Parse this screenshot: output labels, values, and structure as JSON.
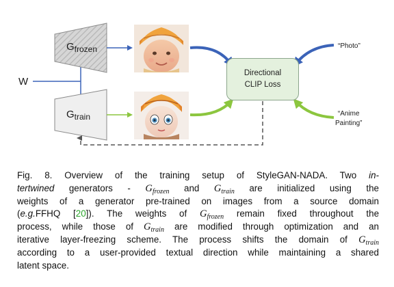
{
  "figure": {
    "w_label": "W",
    "gen_frozen": {
      "base": "G",
      "sub": "frozen"
    },
    "gen_train": {
      "base": "G",
      "sub": "train"
    },
    "clip_box": {
      "line1": "Directional",
      "line2": "CLIP Loss"
    },
    "prompt_photo": "“Photo”",
    "prompt_anime": "“Anime\nPainting”",
    "colors": {
      "frozen_arrow": "#3b63b8",
      "train_arrow": "#8cc63f",
      "clip_fill": "#e4f1de",
      "dashed": "#555555"
    },
    "images": [
      "photo-face-image",
      "anime-face-image"
    ]
  },
  "caption": {
    "l1a": "Fig. 8.  Overview of the training setup of StyleGAN-NADA. Two ",
    "l1b": "in-",
    "l2a": "tertwined",
    "l2b": " generators - ",
    "l2c": " and ",
    "l2d": " are initialized using the",
    "l3": "weights of a generator pre-trained on images from a source domain",
    "l4a": "(",
    "l4b": "e.g.",
    "l4c": "FFHQ [",
    "l4d": "20",
    "l4e": "]). The weights of ",
    "l4f": " remain fixed throughout the",
    "l5a": "process, while those of ",
    "l5b": " are modified through optimization and an",
    "l6": "iterative layer-freezing scheme. The process shifts the domain of ",
    "l7": "according to a user-provided textual direction while maintaining a shared",
    "l8": "latent space.",
    "g_base": "G",
    "sub_frozen": "frozen",
    "sub_train": "train"
  }
}
